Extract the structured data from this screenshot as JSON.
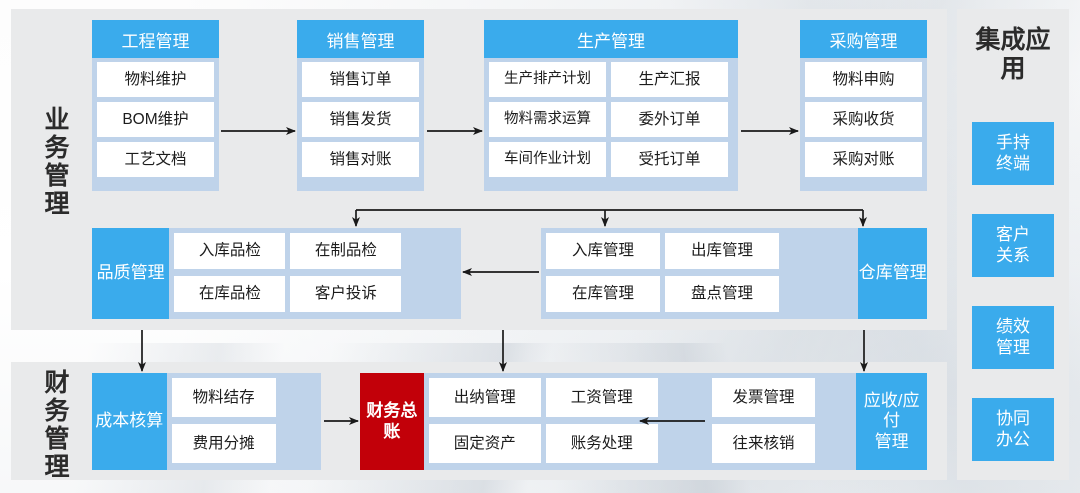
{
  "diagram": {
    "title_business": "业务管理",
    "title_finance": "财务管理",
    "rail_title": "集成应用"
  },
  "business": {
    "modules": [
      {
        "header": "工程管理",
        "tiles": [
          "物料维护",
          "BOM维护",
          "工艺文档"
        ]
      },
      {
        "header": "销售管理",
        "tiles": [
          "销售订单",
          "销售发货",
          "销售对账"
        ]
      },
      {
        "header": "生产管理",
        "tiles": [
          "生产排产计划",
          "生产汇报",
          "物料需求运算",
          "委外订单",
          "车间作业计划",
          "受托订单"
        ]
      },
      {
        "header": "采购管理",
        "tiles": [
          "物料申购",
          "采购收货",
          "采购对账"
        ]
      }
    ],
    "quality": {
      "label": "品质管理",
      "tiles": [
        "入库品检",
        "在制品检",
        "在库品检",
        "客户投诉"
      ]
    },
    "warehouse": {
      "label": "仓库管理",
      "tiles": [
        "入库管理",
        "出库管理",
        "在库管理",
        "盘点管理"
      ]
    }
  },
  "finance": {
    "cost": {
      "label": "成本核算",
      "tiles": [
        "物料结存",
        "费用分摊"
      ]
    },
    "ledger": {
      "label": "财务总账"
    },
    "ledger_tiles": [
      "出纳管理",
      "工资管理",
      "固定资产",
      "账务处理"
    ],
    "receivable": {
      "label": "应收/应付\n管理",
      "tiles": [
        "发票管理",
        "往来核销"
      ]
    }
  },
  "rail": {
    "items": [
      "手持\n终端",
      "客户\n关系",
      "绩效\n管理",
      "协同\n办公"
    ]
  },
  "colors": {
    "blue": "#3aabec",
    "light_blue": "#bfd3ea",
    "red": "#c20009",
    "panel_gray": "#e9eaeb",
    "text_dark": "#1c1c1c"
  }
}
